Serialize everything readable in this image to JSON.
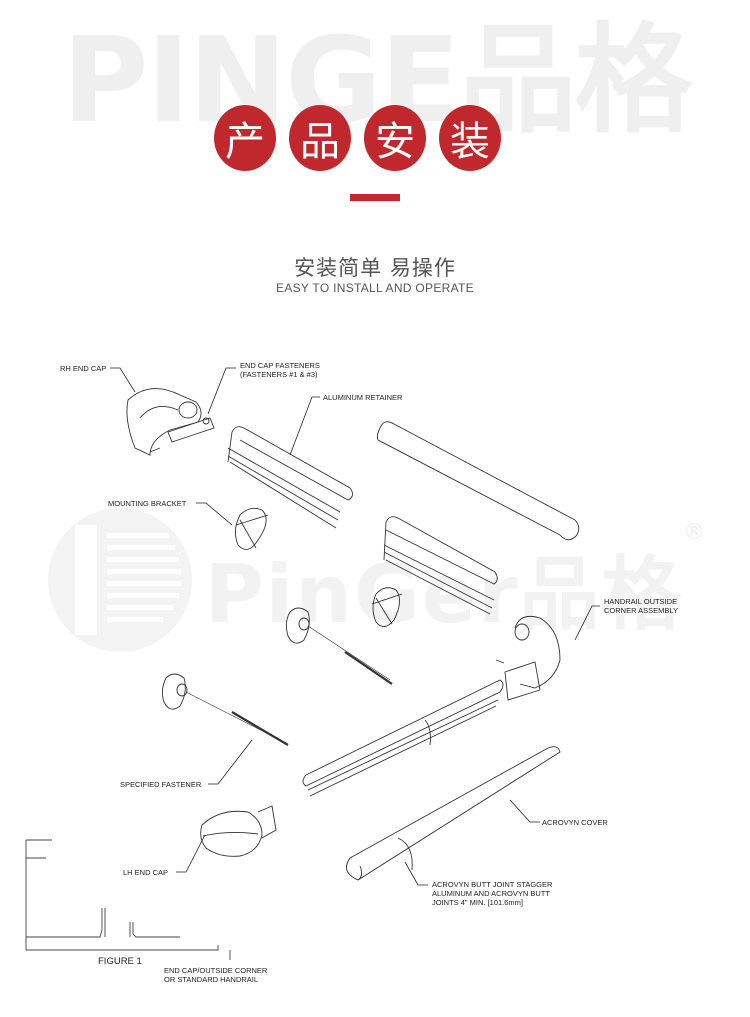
{
  "header": {
    "watermark": "PINGE品格",
    "badges": [
      "产",
      "品",
      "安",
      "装"
    ],
    "accent_color": "#c0282d",
    "subtitle_cn": "安装简单  易操作",
    "subtitle_en": "EASY TO INSTALL AND OPERATE"
  },
  "watermark_logo": {
    "text": "PinGer品格",
    "registered": "®",
    "icon": "pinger-logo-icon"
  },
  "diagram": {
    "labels": {
      "rh_end_cap": "RH END CAP",
      "end_cap_fasteners_1": "END CAP FASTENERS",
      "end_cap_fasteners_2": "(FASTENERS #1 & #3)",
      "aluminum_retainer": "ALUMINUM RETAINER",
      "mounting_bracket": "MOUNTING BRACKET",
      "handrail_outside_1": "HANDRAIL OUTSIDE",
      "handrail_outside_2": "CORNER ASSEMBLY",
      "specified_fastener": "SPECIFIED FASTENER",
      "acrovyn_cover": "ACROVYN COVER",
      "lh_end_cap": "LH END CAP",
      "butt_joint_1": "ACROVYN BUTT JOINT STAGGER",
      "butt_joint_2": "ALUMINUM AND ACROVYN BUTT",
      "butt_joint_3": "JOINTS 4\" MIN. [101.6mm]",
      "figure": "FIGURE 1",
      "end_cap_note_1": "END CAP/OUTSIDE CORNER",
      "end_cap_note_2": "OR STANDARD HANDRAIL"
    }
  }
}
